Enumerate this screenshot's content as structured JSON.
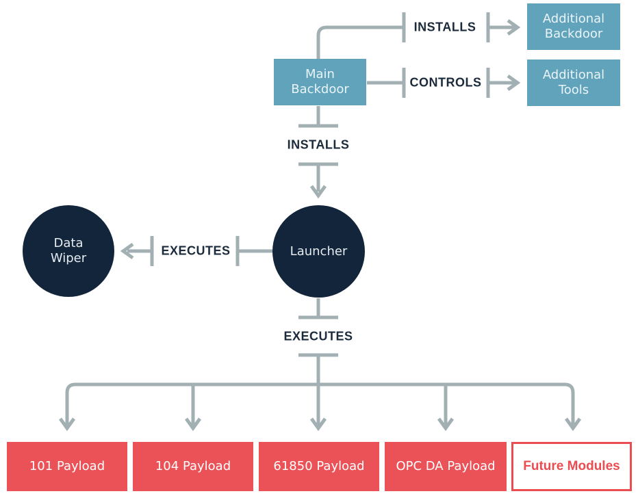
{
  "colors": {
    "blue_box": "#61a3bb",
    "dark_circle": "#12253a",
    "red_box": "#eb5257",
    "connector": "#a2b0b4",
    "label_text": "#1c2b3c"
  },
  "nodes": {
    "main_backdoor": [
      "Main",
      "Backdoor"
    ],
    "additional_backdoor": [
      "Additional",
      "Backdoor"
    ],
    "additional_tools": [
      "Additional",
      "Tools"
    ],
    "launcher": "Launcher",
    "data_wiper": [
      "Data",
      "Wiper"
    ],
    "payloads": [
      "101 Payload",
      "104 Payload",
      "61850 Payload",
      "OPC DA Payload"
    ],
    "future_modules": "Future Modules"
  },
  "edges": {
    "installs_backdoor": "INSTALLS",
    "controls_tools": "CONTROLS",
    "installs_launcher": "INSTALLS",
    "executes_wiper": "EXECUTES",
    "executes_payloads": "EXECUTES"
  }
}
